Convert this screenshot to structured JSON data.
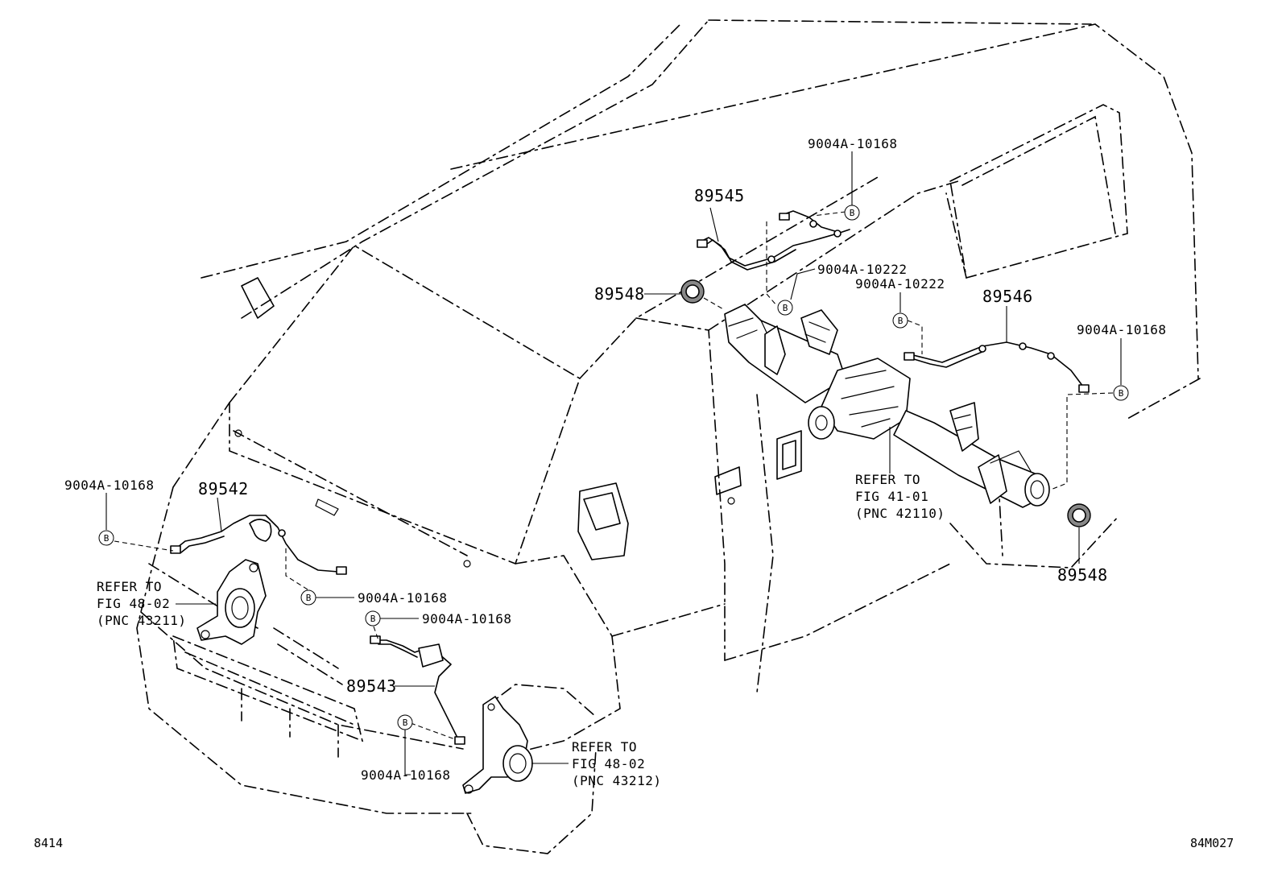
{
  "labels": {
    "p89545": "89545",
    "p89548_top": "89548",
    "p89546": "89546",
    "p89542": "89542",
    "p89543": "89543",
    "p89548_bottom": "89548",
    "bolt_top": "9004A-10168",
    "bolt_10222_a": "9004A-10222",
    "bolt_10222_b": "9004A-10222",
    "bolt_right": "9004A-10168",
    "bolt_left": "9004A-10168",
    "bolt_mid_a": "9004A-10168",
    "bolt_mid_b": "9004A-10168",
    "bolt_bottom": "9004A-10168",
    "clip_marker": "B"
  },
  "refs": {
    "rear_axle": [
      "REFER TO",
      "FIG 41-01",
      "(PNC 42110)"
    ],
    "left_knuckle": [
      "REFER TO",
      "FIG 48-02",
      "(PNC 43211)"
    ],
    "right_knuckle": [
      "REFER TO",
      "FIG 48-02",
      "(PNC 43212)"
    ]
  },
  "corner": {
    "left": "8414",
    "right": "84M027"
  }
}
